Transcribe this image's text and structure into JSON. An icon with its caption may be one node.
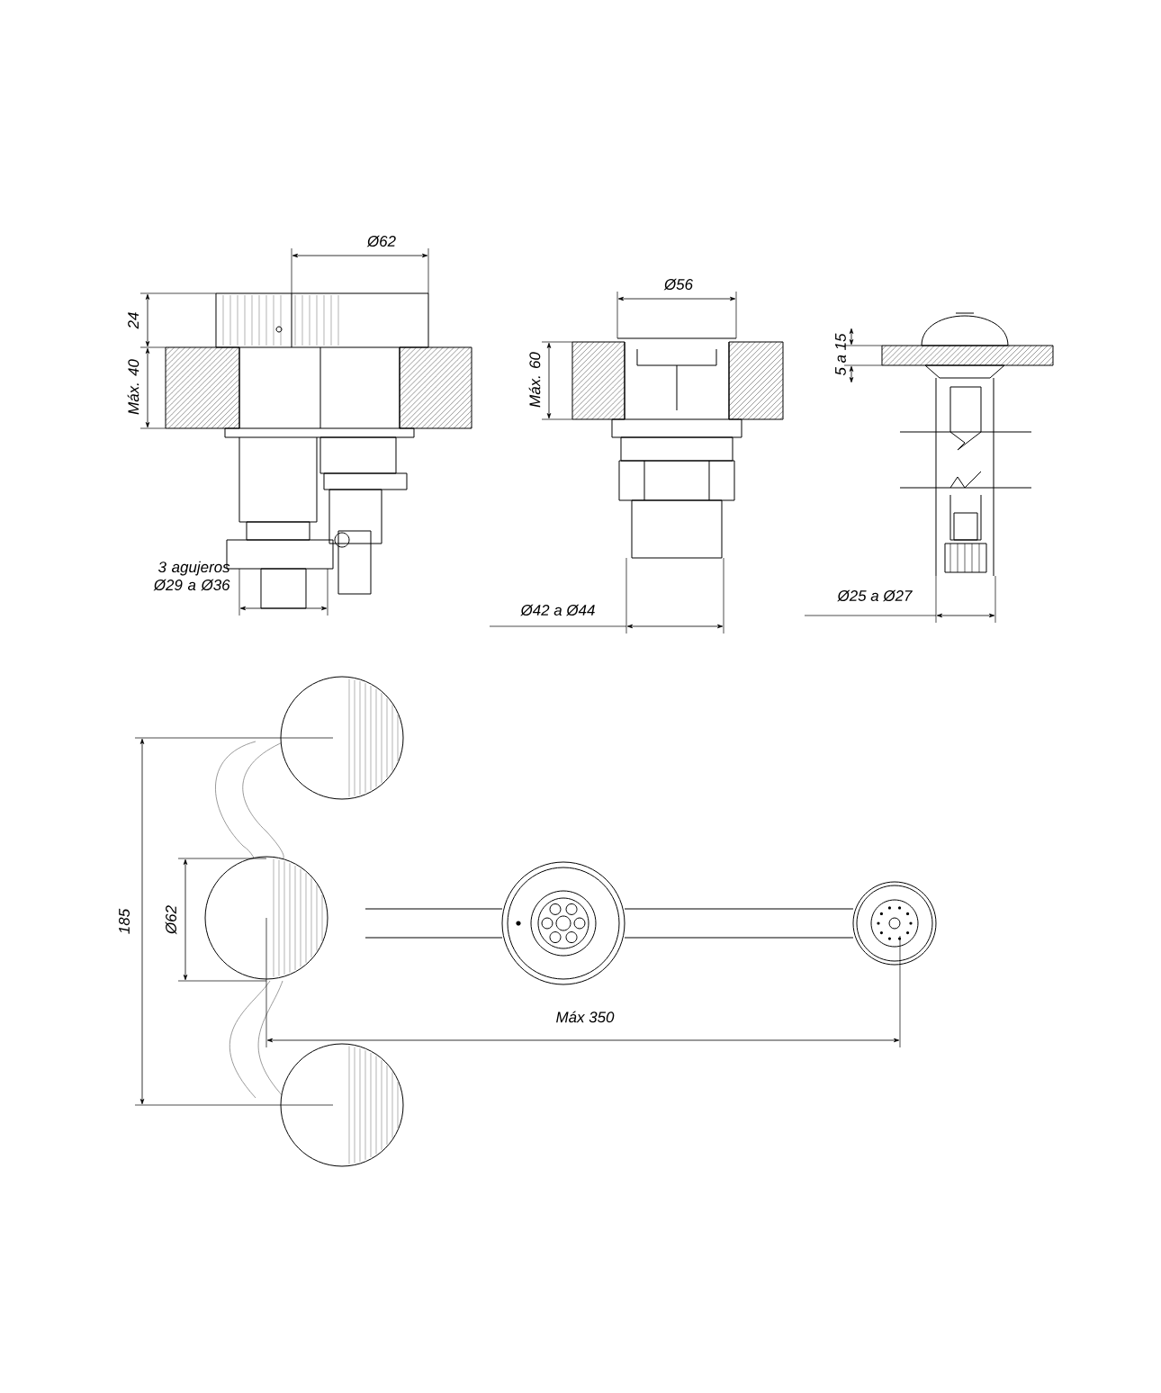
{
  "diagram": {
    "labels": [
      "Ø62",
      "24",
      "Máx. 40",
      "Ø56",
      "Máx. 60",
      "5 a 15",
      "3 agujeros Ø29 a Ø36",
      "Ø42 a Ø44",
      "Ø25 a Ø27",
      "185",
      "Ø62",
      "Máx 350"
    ]
  }
}
